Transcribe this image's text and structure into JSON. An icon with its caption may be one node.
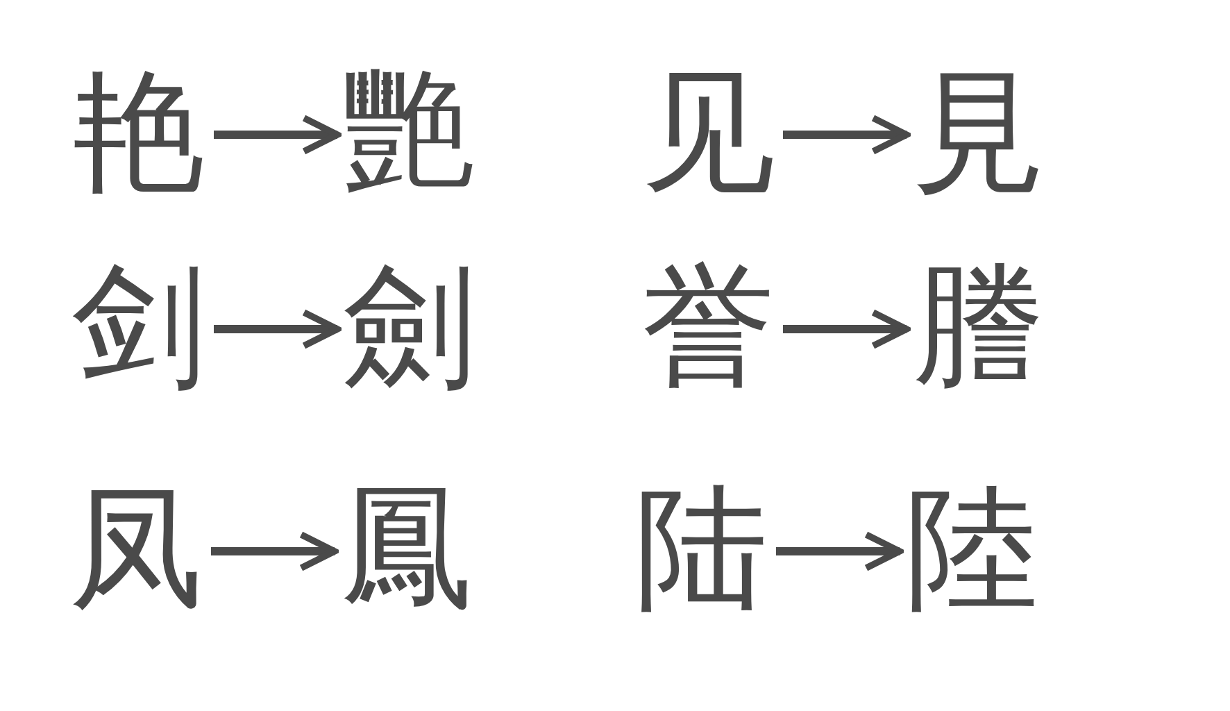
{
  "diagram": {
    "nodes": [
      {
        "text": [
          "艳"
        ]
      },
      {
        "text": [
          "艷"
        ]
      },
      {
        "text": [
          "见"
        ]
      },
      {
        "text": [
          "見"
        ]
      },
      {
        "text": [
          "剑"
        ]
      },
      {
        "text": [
          "劍"
        ]
      },
      {
        "text": [
          "誉"
        ]
      },
      {
        "text": [
          "謄"
        ]
      },
      {
        "text": [
          "凤"
        ]
      },
      {
        "text": [
          "鳳"
        ]
      },
      {
        "text": [
          "陆"
        ]
      },
      {
        "text": [
          "陸"
        ]
      }
    ],
    "edges": [
      {
        "from": 0,
        "to": 1,
        "arrow": "to"
      },
      {
        "from": 2,
        "to": 3,
        "arrow": "to"
      },
      {
        "from": 4,
        "to": 5,
        "arrow": "to"
      },
      {
        "from": 6,
        "to": 7,
        "arrow": "to"
      },
      {
        "from": 8,
        "to": 9,
        "arrow": "to"
      },
      {
        "from": 10,
        "to": 11,
        "arrow": "to"
      }
    ]
  }
}
